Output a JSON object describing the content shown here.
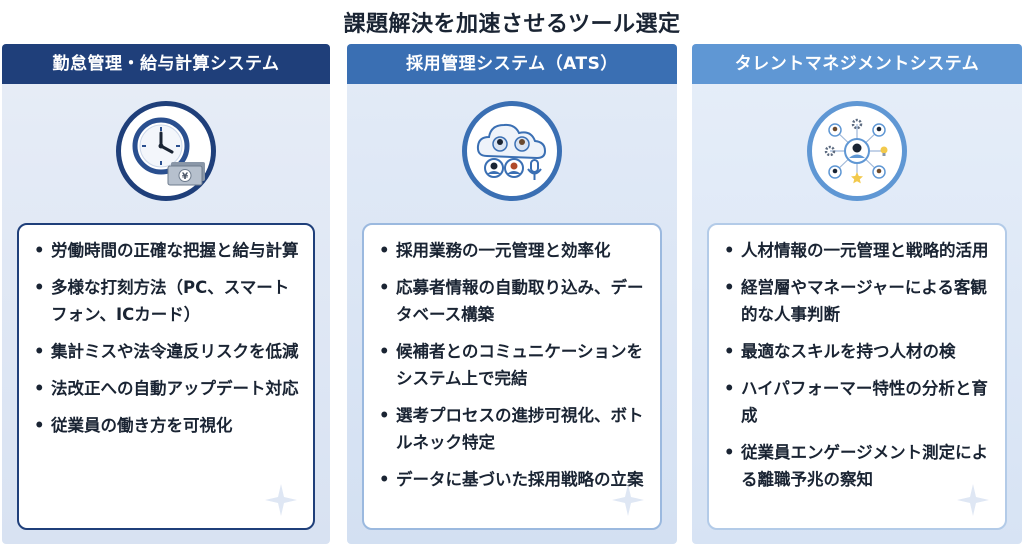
{
  "title": "課題解決を加速させるツール選定",
  "columns": [
    {
      "heading": "勤怠管理・給与計算システム",
      "icon": "clock-and-money-icon",
      "items": [
        "労働時間の正確な把握と給与計算",
        "多様な打刻方法（PC、スマートフォン、ICカード）",
        "集計ミスや法令違反リスクを低減",
        "法改正への自動アップデート対応",
        "従業員の働き方を可視化"
      ]
    },
    {
      "heading": "採用管理システム（ATS）",
      "icon": "cloud-candidates-icon",
      "items": [
        "採用業務の一元管理と効率化",
        "応募者情報の自動取り込み、データベース構築",
        "候補者とのコミュニケーションをシステム上で完結",
        "選考プロセスの進捗可視化、ボトルネック特定",
        "データに基づいた採用戦略の立案"
      ]
    },
    {
      "heading": "タレントマネジメントシステム",
      "icon": "talent-network-icon",
      "items": [
        "人材情報の一元管理と戦略的活用",
        "経営層やマネージャーによる客観的な人事判断",
        "最適なスキルを持つ人材の検",
        "ハイパフォーマー特性の分析と育成",
        "従業員エンゲージメント測定による離職予兆の察知"
      ]
    }
  ],
  "colors": {
    "col1_accent": "#1f3f7a",
    "col2_accent": "#3a6fb3",
    "col3_accent": "#5f97d4"
  }
}
